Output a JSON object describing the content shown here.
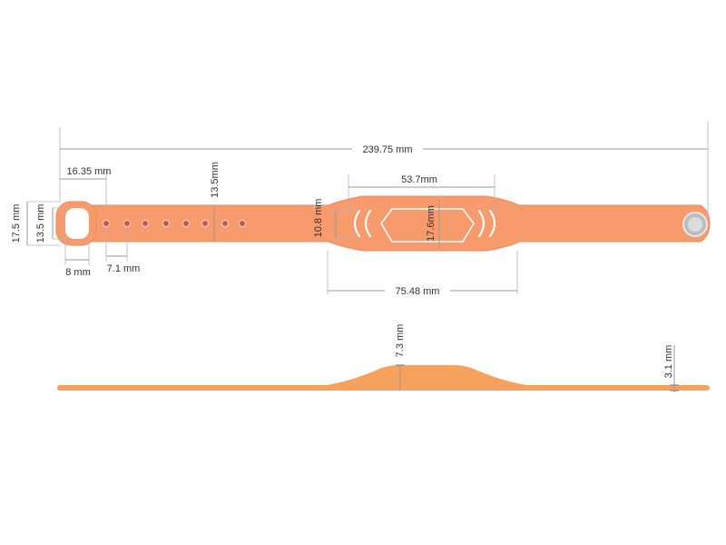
{
  "colors": {
    "band": "#f79a6c",
    "band_edge": "#f08a5c",
    "side_band": "#f7a15f",
    "hole": "#c4525a",
    "stud": "#cfcfcf",
    "line": "#9a9a9a"
  },
  "labels": {
    "total_length": "239.75 mm",
    "loop_offset": "16.35 mm",
    "band_width": "13.5mm",
    "chip_width": "53.7mm",
    "head_height": "10.8 mm",
    "chip_height": "17.6mm",
    "outer_height": "17.5 mm",
    "inner_height": "13.5 mm",
    "loop_width": "8 mm",
    "hole_pitch": "7.1 mm",
    "head_length": "75.48 mm",
    "side_thickness": "7.3 mm",
    "strap_thickness": "3.1 mm"
  }
}
